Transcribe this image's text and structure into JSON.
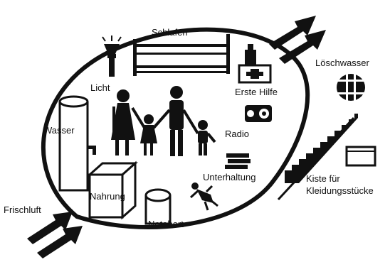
{
  "labels": {
    "schlafen": "Schlafen",
    "licht": "Licht",
    "erste_hilfe": "Erste Hilfe",
    "loeschwasser": "Löschwasser",
    "radio": "Radio",
    "wasser": "Wasser",
    "unterhaltung": "Unterhaltung",
    "kiste_line1": "Kiste für",
    "kiste_line2": "Kleidungsstücke",
    "nahrung": "Nahrung",
    "frischluft": "Frischluft",
    "notabort": "Notabort"
  },
  "colors": {
    "ink": "#111111",
    "background": "#ffffff"
  }
}
